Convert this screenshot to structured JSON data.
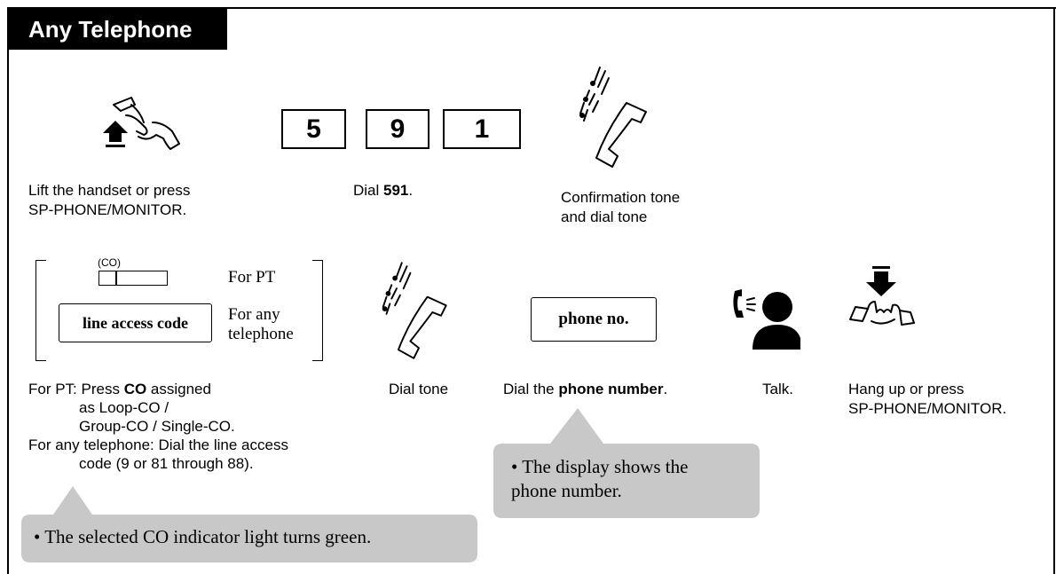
{
  "header": {
    "title": "Any Telephone"
  },
  "step1": {
    "digits": [
      "5",
      "9",
      "1"
    ],
    "lift_caption": "Lift the handset or press\nSP-PHONE/MONITOR.",
    "dial_prefix": "Dial ",
    "dial_bold": "591",
    "dial_suffix": ".",
    "tone_caption": "Confirmation tone\nand dial tone"
  },
  "step2": {
    "co_label": "(CO)",
    "for_pt": "For PT",
    "line_access_code": "line access code",
    "for_any_telephone": "For any\ntelephone",
    "dial_tone": "Dial tone",
    "phone_no": "phone no.",
    "dial_phone_prefix": "Dial the ",
    "dial_phone_bold": "phone number",
    "dial_phone_suffix": ".",
    "talk": "Talk.",
    "hangup_caption": "Hang up or press\nSP-PHONE/MONITOR."
  },
  "notes": {
    "pt_prefix": "For PT: Press ",
    "pt_bold": "CO",
    "pt_suffix": " assigned",
    "pt_line2": "as Loop-CO /",
    "pt_line3": "Group-CO / Single-CO.",
    "any_line1": "For any telephone: Dial the line access",
    "any_line2": "code (9 or 81 through 88).",
    "callout_display": "• The display shows the\nphone number.",
    "callout_indicator": "• The selected CO indicator light turns green."
  },
  "icons": {
    "lift": "handset-lift-icon",
    "tone": "ringing-handset-icon",
    "talk": "talking-person-icon",
    "hangup": "handset-hangup-icon"
  }
}
